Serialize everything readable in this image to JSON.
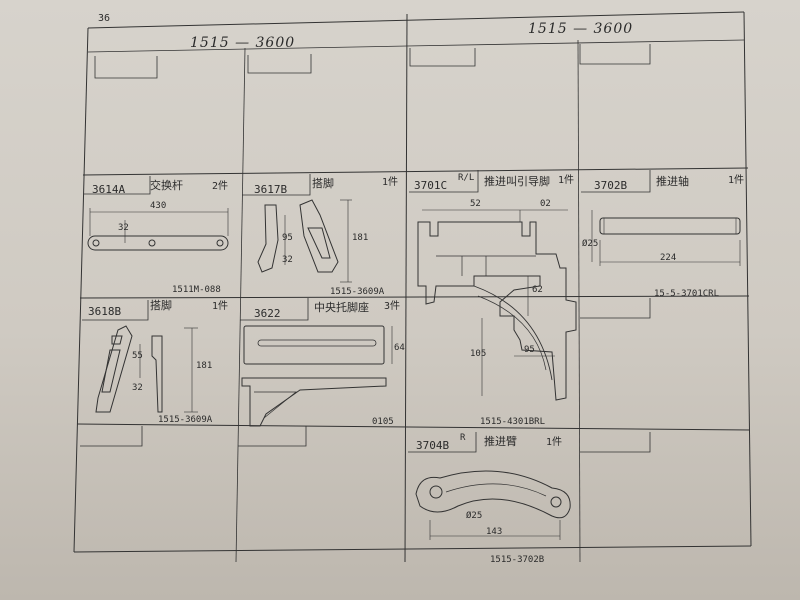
{
  "page_number": "36",
  "headers": {
    "left": "1515 — 3600",
    "right": "1515 — 3600"
  },
  "parts": [
    {
      "id": "3614A",
      "name": "交换杆",
      "qty": "2件",
      "drawing_no": "1511M-088",
      "dims": [
        "430",
        "32"
      ]
    },
    {
      "id": "3617B",
      "name": "搭脚",
      "qty": "1件",
      "drawing_no": "1515-3609A",
      "dims": [
        "95",
        "32",
        "181"
      ]
    },
    {
      "id": "3701C",
      "sup": "R/L",
      "name": "推进叫引导脚",
      "qty": "1件",
      "drawing_no": "1515-4301BRL",
      "dims": [
        "52",
        "02",
        "62",
        "105",
        "95"
      ]
    },
    {
      "id": "3702B",
      "name": "推进轴",
      "qty": "1件",
      "drawing_no": "15-5-3701CRL",
      "dims": [
        "Ø25",
        "224"
      ]
    },
    {
      "id": "3618B",
      "name": "搭脚",
      "qty": "1件",
      "drawing_no": "1515-3609A",
      "dims": [
        "55",
        "32",
        "181"
      ]
    },
    {
      "id": "3622",
      "name": "中央托脚座",
      "qty": "3件",
      "drawing_no": "0105",
      "dims": [
        "64"
      ]
    },
    {
      "id": "3704B",
      "sup": "R",
      "name": "推进臂",
      "qty": "1件",
      "drawing_no": "1515-3702B",
      "dims": [
        "Ø25",
        "143"
      ]
    }
  ],
  "colors": {
    "ink": "#2b2b2b",
    "paper": "#d2cdc5"
  }
}
